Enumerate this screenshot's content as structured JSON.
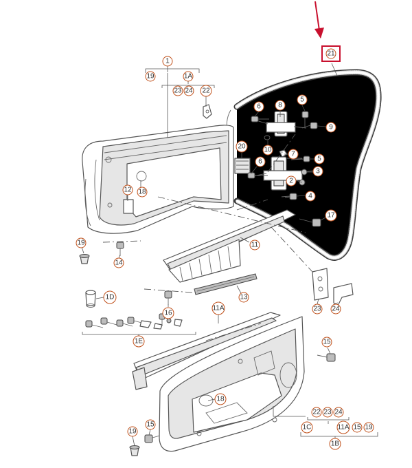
{
  "diagram": {
    "highlight": {
      "label": "21",
      "color": "#c8102e"
    },
    "callouts": [
      "1",
      "19",
      "1A",
      "23",
      "24",
      "22",
      "21",
      "6",
      "8",
      "5",
      "9",
      "20",
      "10",
      "7",
      "5",
      "6",
      "3",
      "2",
      "4",
      "12",
      "18",
      "17",
      "11",
      "19",
      "14",
      "1D",
      "16",
      "13",
      "23",
      "24",
      "1E",
      "11A",
      "15",
      "18",
      "15",
      "19",
      "22",
      "23",
      "24",
      "1C",
      "11A",
      "15",
      "19",
      "1B"
    ],
    "colors": {
      "accent": "#c0501a",
      "line": "#555555",
      "seal": "#3a3a3a"
    }
  }
}
